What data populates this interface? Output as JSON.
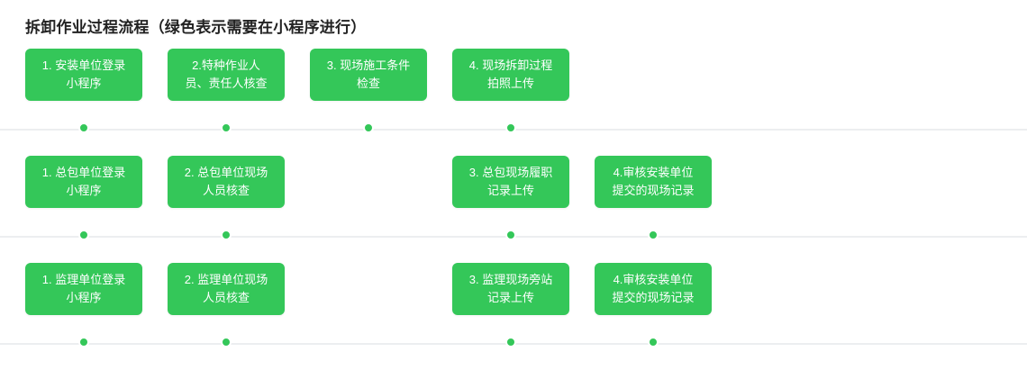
{
  "title": "拆卸作业过程流程（绿色表示需要在小程序进行）",
  "theme": {
    "node_color": "#34c759",
    "node_text_color": "#ffffff",
    "track_color": "#eceef0",
    "title_color": "#222222"
  },
  "rows": [
    {
      "name": "installation-unit-row",
      "cells": [
        {
          "label": "1. 安装单位登录\n小程序",
          "has_node": true,
          "has_dot": true
        },
        {
          "label": "2.特种作业人\n员、责任人核查",
          "has_node": true,
          "has_dot": true
        },
        {
          "label": "3. 现场施工条件\n检查",
          "has_node": true,
          "has_dot": true
        },
        {
          "label": "4. 现场拆卸过程\n拍照上传",
          "has_node": true,
          "has_dot": true
        },
        {
          "label": "",
          "has_node": false,
          "has_dot": false
        }
      ]
    },
    {
      "name": "general-contractor-row",
      "cells": [
        {
          "label": "1. 总包单位登录\n小程序",
          "has_node": true,
          "has_dot": true
        },
        {
          "label": "2. 总包单位现场\n人员核查",
          "has_node": true,
          "has_dot": true
        },
        {
          "label": "",
          "has_node": false,
          "has_dot": false
        },
        {
          "label": "3. 总包现场履职\n记录上传",
          "has_node": true,
          "has_dot": true
        },
        {
          "label": "4.审核安装单位\n提交的现场记录",
          "has_node": true,
          "has_dot": true
        }
      ]
    },
    {
      "name": "supervision-unit-row",
      "cells": [
        {
          "label": "1. 监理单位登录\n小程序",
          "has_node": true,
          "has_dot": true
        },
        {
          "label": "2. 监理单位现场\n人员核查",
          "has_node": true,
          "has_dot": true
        },
        {
          "label": "",
          "has_node": false,
          "has_dot": false
        },
        {
          "label": "3. 监理现场旁站\n记录上传",
          "has_node": true,
          "has_dot": true
        },
        {
          "label": "4.审核安装单位\n提交的现场记录",
          "has_node": true,
          "has_dot": true
        }
      ]
    }
  ]
}
